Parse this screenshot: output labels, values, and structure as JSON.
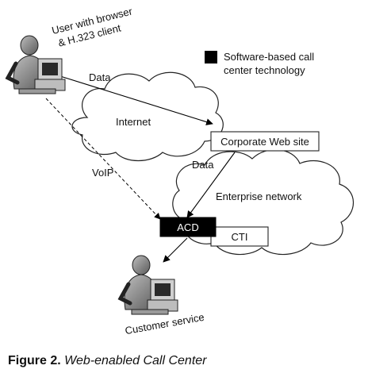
{
  "nodes": {
    "user": {
      "label_line1": "User with browser",
      "label_line2": "& H.323 client",
      "icon": "person-at-computer-icon"
    },
    "internet": {
      "label": "Internet",
      "icon": "cloud-icon"
    },
    "corporate_web_site": {
      "label": "Corporate Web site"
    },
    "enterprise_network": {
      "label": "Enterprise network",
      "icon": "cloud-icon"
    },
    "acd": {
      "label": "ACD"
    },
    "cti": {
      "label": "CTI"
    },
    "customer_service": {
      "label": "Customer service",
      "icon": "person-at-computer-icon"
    }
  },
  "edges": {
    "user_to_web": {
      "label": "Data"
    },
    "user_to_acd": {
      "label": "VoIP"
    },
    "web_to_acd": {
      "label": "Data"
    }
  },
  "legend": {
    "line1": "Software-based call",
    "line2": "center technology",
    "swatch_color": "#000000"
  },
  "caption": {
    "number": "Figure 2.",
    "title": "Web-enabled Call Center"
  }
}
